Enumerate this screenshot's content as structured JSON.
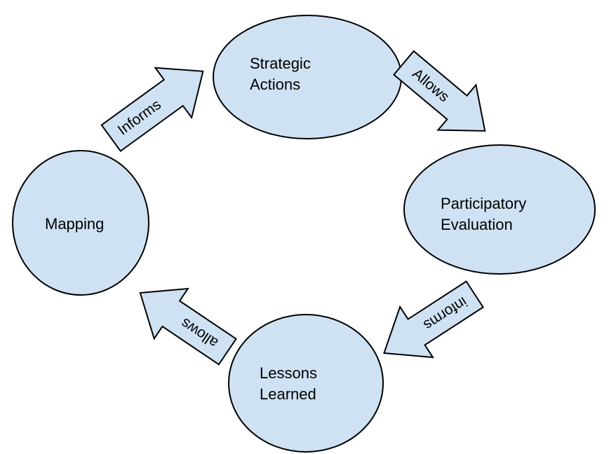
{
  "nodes": {
    "strategic_actions": {
      "line1": "Strategic",
      "line2": "Actions"
    },
    "participatory_evaluation": {
      "line1": "Participatory",
      "line2": "Evaluation"
    },
    "lessons_learned": {
      "line1": "Lessons",
      "line2": "Learned"
    },
    "mapping": {
      "line1": "Mapping"
    }
  },
  "arrows": {
    "mapping_to_strategic": "Informs",
    "strategic_to_evaluation": "Allows",
    "evaluation_to_lessons": "informs",
    "lessons_to_mapping": "allows"
  },
  "colors": {
    "node_fill": "#cfe2f3",
    "outline": "#000000"
  }
}
